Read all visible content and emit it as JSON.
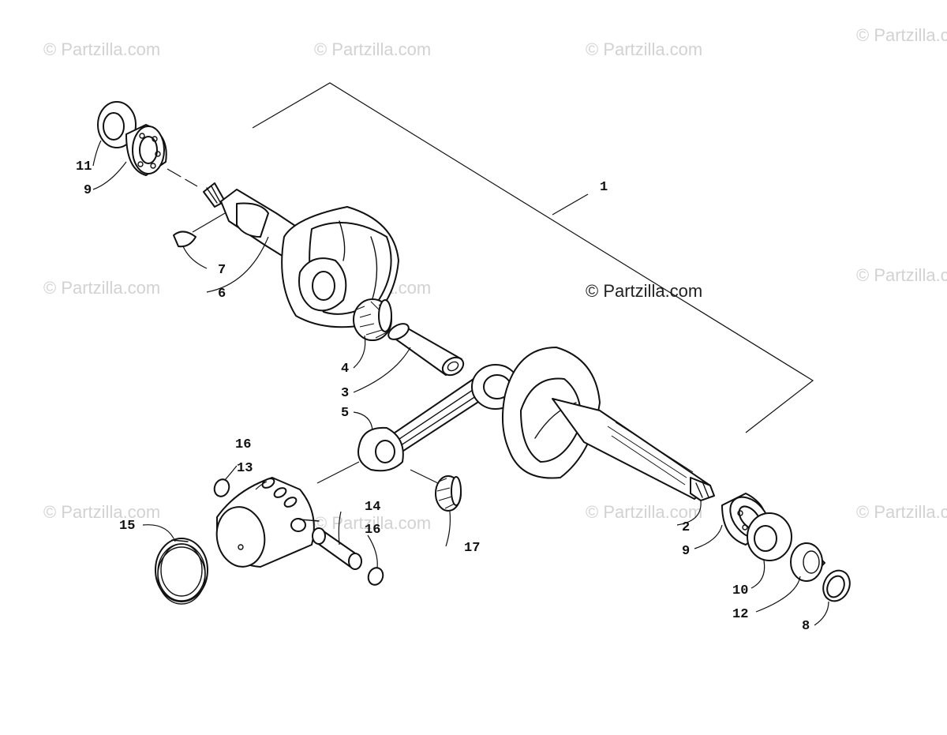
{
  "watermark": {
    "text": "© Partzilla.com",
    "center_text": "© Partzilla.com"
  },
  "callouts": [
    {
      "id": "c1",
      "label": "1"
    },
    {
      "id": "c2",
      "label": "2"
    },
    {
      "id": "c3",
      "label": "3"
    },
    {
      "id": "c4",
      "label": "4"
    },
    {
      "id": "c5",
      "label": "5"
    },
    {
      "id": "c6",
      "label": "6"
    },
    {
      "id": "c7",
      "label": "7"
    },
    {
      "id": "c8",
      "label": "8"
    },
    {
      "id": "c9a",
      "label": "9"
    },
    {
      "id": "c9b",
      "label": "9"
    },
    {
      "id": "c10",
      "label": "10"
    },
    {
      "id": "c11",
      "label": "11"
    },
    {
      "id": "c12",
      "label": "12"
    },
    {
      "id": "c13",
      "label": "13"
    },
    {
      "id": "c14",
      "label": "14"
    },
    {
      "id": "c15",
      "label": "15"
    },
    {
      "id": "c16a",
      "label": "16"
    },
    {
      "id": "c16b",
      "label": "16"
    },
    {
      "id": "c17",
      "label": "17"
    }
  ]
}
